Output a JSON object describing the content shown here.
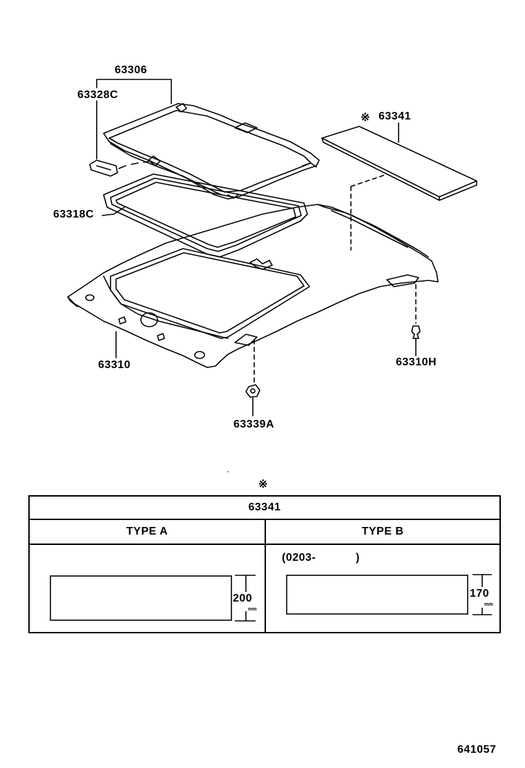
{
  "labels": {
    "p63306": "63306",
    "p63328C": "63328C",
    "p63341_mark": "※",
    "p63341": "63341",
    "p63318C": "63318C",
    "p63310": "63310",
    "p63310H": "63310H",
    "p63339A": "63339A"
  },
  "table": {
    "mark": "※",
    "title": "63341",
    "type_a": "TYPE  A",
    "type_b": "TYPE  B",
    "type_b_date_open": "(0203-",
    "type_b_date_close": ")",
    "type_a_dim": "200",
    "type_a_unit": "mm",
    "type_b_dim": "170",
    "type_b_unit": "mm"
  },
  "footer": {
    "diagram_number": "641057"
  }
}
